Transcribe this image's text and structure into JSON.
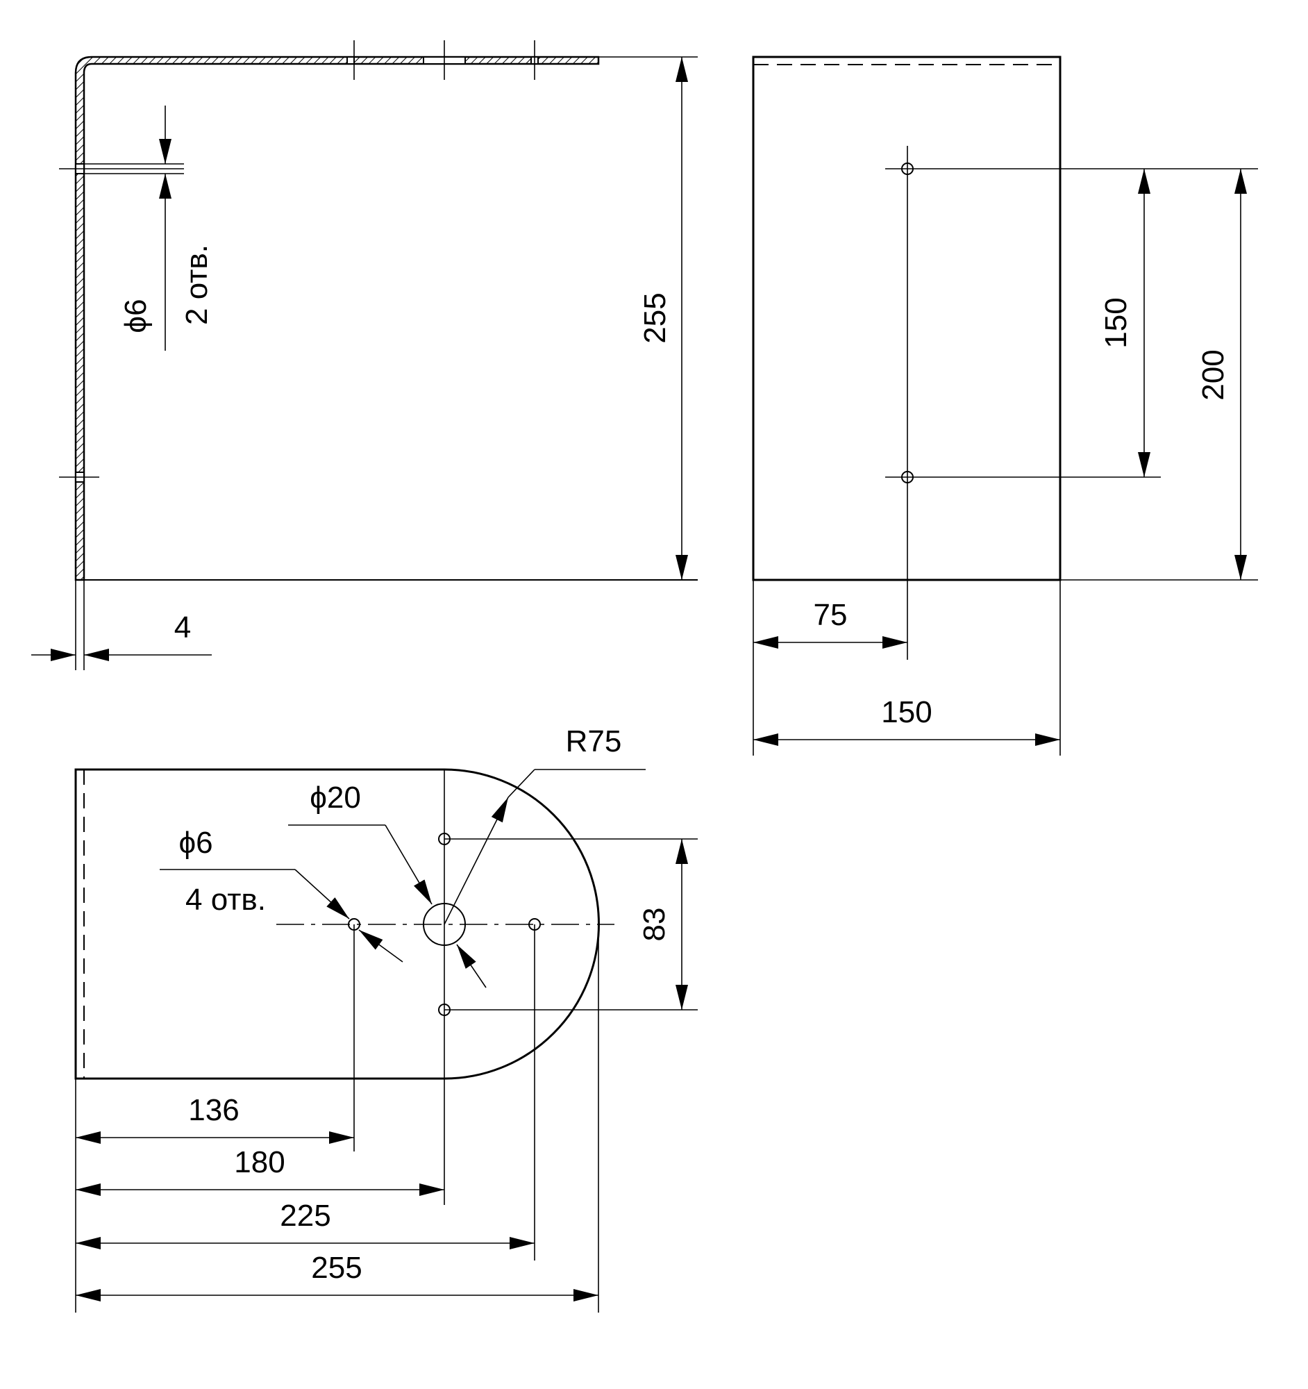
{
  "views": {
    "front": {
      "dim_height": "255",
      "dim_thickness": "4",
      "hole_diameter": "ϕ6",
      "hole_count": "2 отв."
    },
    "side": {
      "dim_hole_spacing": "150",
      "dim_lower": "200",
      "dim_center_offset": "75",
      "dim_width": "150"
    },
    "top": {
      "radius": "R75",
      "big_hole_diameter": "ϕ20",
      "small_hole_diameter": "ϕ6",
      "small_hole_count": "4 отв.",
      "dim_vertical_spacing": "83",
      "dim_136": "136",
      "dim_180": "180",
      "dim_225": "225",
      "dim_255": "255"
    }
  }
}
